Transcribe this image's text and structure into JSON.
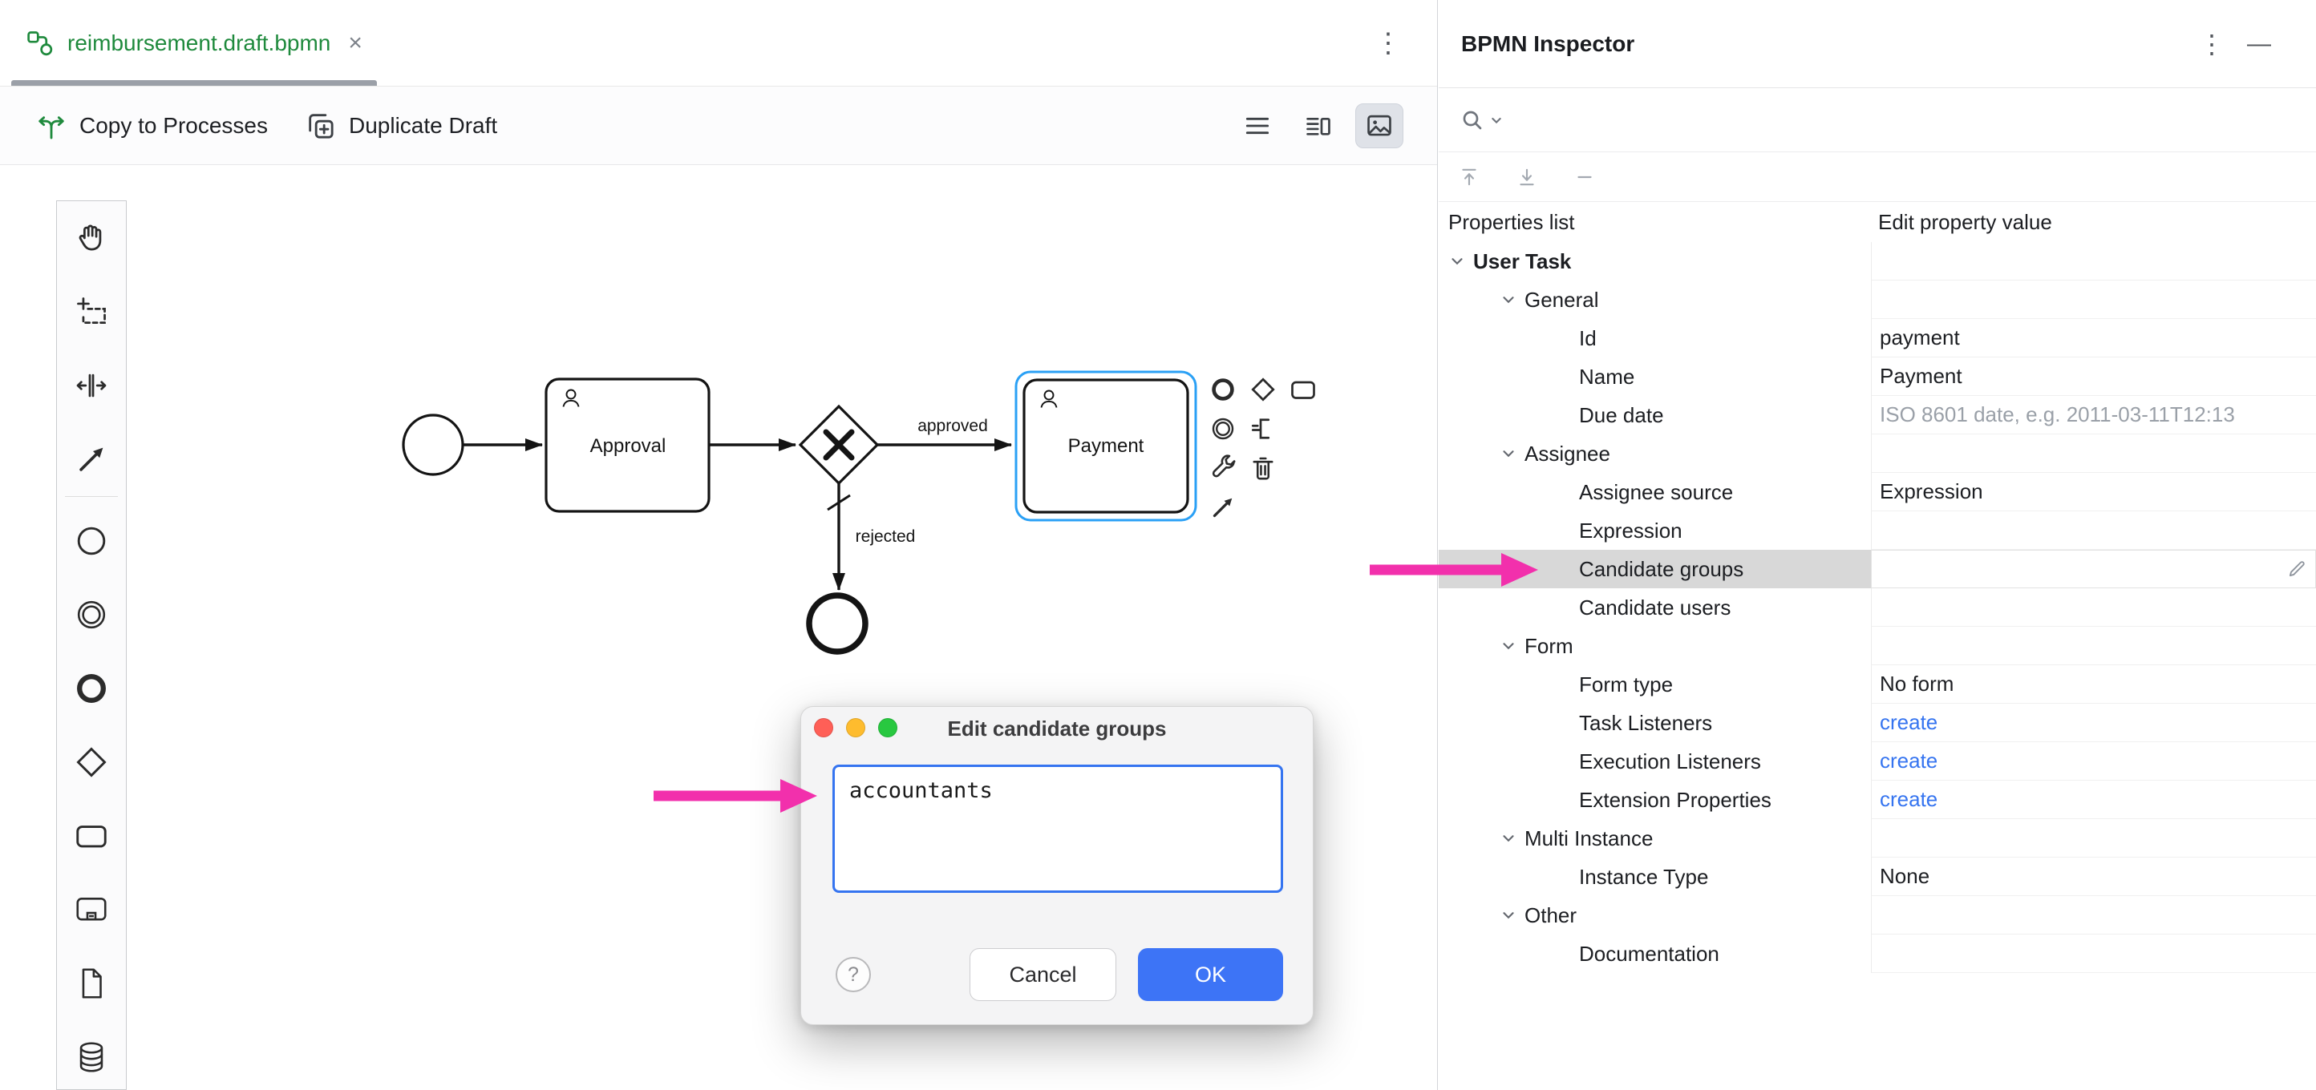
{
  "window": {
    "tab": {
      "title": "reimbursement.draft.bpmn",
      "close_glyph": "×",
      "kebab_glyph": "⋮"
    },
    "toolbar": {
      "copy_to_processes": "Copy to Processes",
      "duplicate_draft": "Duplicate Draft"
    }
  },
  "diagram": {
    "task_approval": "Approval",
    "task_payment": "Payment",
    "flow_approved": "approved",
    "flow_rejected": "rejected"
  },
  "dialog": {
    "title": "Edit candidate groups",
    "field_value": "accountants",
    "help_glyph": "?",
    "cancel_label": "Cancel",
    "ok_label": "OK"
  },
  "inspector": {
    "title": "BPMN Inspector",
    "kebab_glyph": "⋮",
    "minimize_glyph": "—",
    "columns": {
      "left": "Properties list",
      "right": "Edit property value"
    },
    "rows": [
      {
        "label": "User Task"
      },
      {
        "label": "General"
      },
      {
        "label": "Id",
        "value": "payment"
      },
      {
        "label": "Name",
        "value": "Payment"
      },
      {
        "label": "Due date",
        "value": "ISO 8601 date, e.g. 2011-03-11T12:13"
      },
      {
        "label": "Assignee"
      },
      {
        "label": "Assignee source",
        "value": "Expression"
      },
      {
        "label": "Expression",
        "value": ""
      },
      {
        "label": "Candidate groups",
        "value": ""
      },
      {
        "label": "Candidate users",
        "value": ""
      },
      {
        "label": "Form"
      },
      {
        "label": "Form type",
        "value": "No form"
      },
      {
        "label": "Task Listeners",
        "value": "create"
      },
      {
        "label": "Execution Listeners",
        "value": "create"
      },
      {
        "label": "Extension Properties",
        "value": "create"
      },
      {
        "label": "Multi Instance"
      },
      {
        "label": "Instance Type",
        "value": "None"
      },
      {
        "label": "Other"
      },
      {
        "label": "Documentation",
        "value": ""
      }
    ]
  },
  "colors": {
    "accent_blue": "#3574F0",
    "selection_blue": "#2AA0F5",
    "tab_green": "#1F8A3D",
    "annotation_magenta": "#F230AC",
    "row_highlight": "#D8D8D8"
  }
}
